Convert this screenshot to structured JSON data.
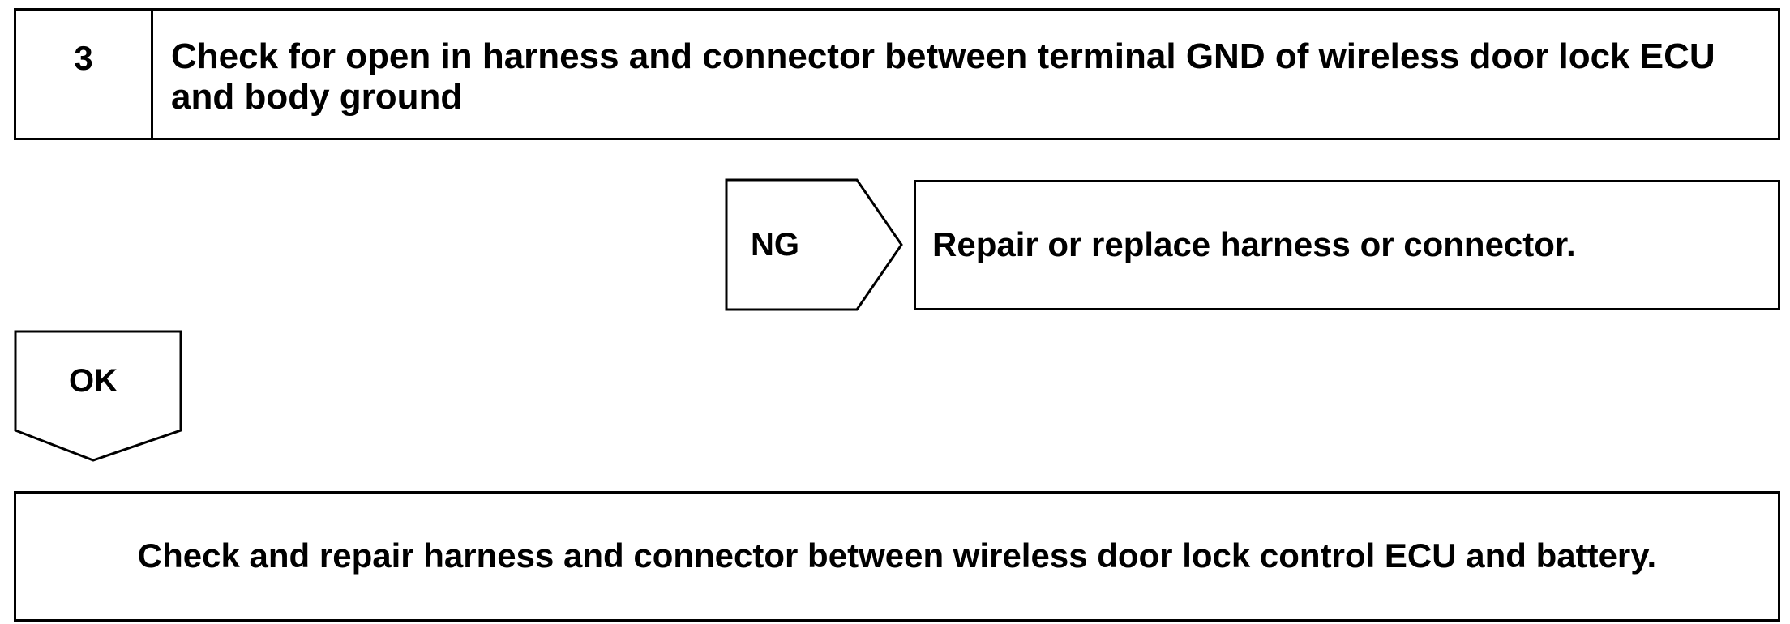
{
  "step": {
    "number": "3",
    "title": "Check for open in harness and connector between terminal GND of wireless door lock ECU and body ground"
  },
  "ng_branch": {
    "label": "NG",
    "action": "Repair or replace harness or connector."
  },
  "ok_branch": {
    "label": "OK"
  },
  "final_action": {
    "text": "Check and repair harness and connector between wireless door lock control ECU and battery."
  },
  "colors": {
    "line": "#000000",
    "background": "#ffffff"
  }
}
